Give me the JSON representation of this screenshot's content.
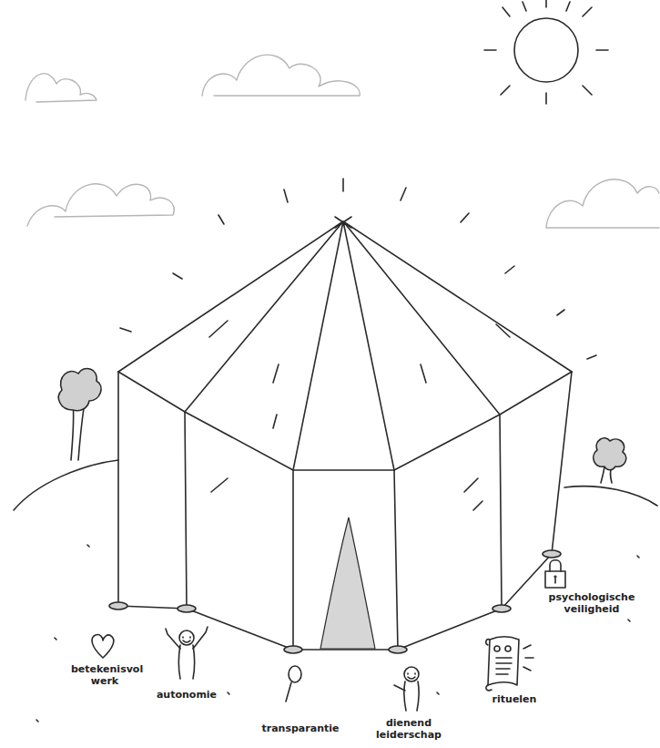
{
  "diagram": {
    "labels": [
      "betekenisvol werk",
      "autonomie",
      "transparantie",
      "dienend leiderschap",
      "rituelen",
      "psychologische veiligheid"
    ]
  }
}
